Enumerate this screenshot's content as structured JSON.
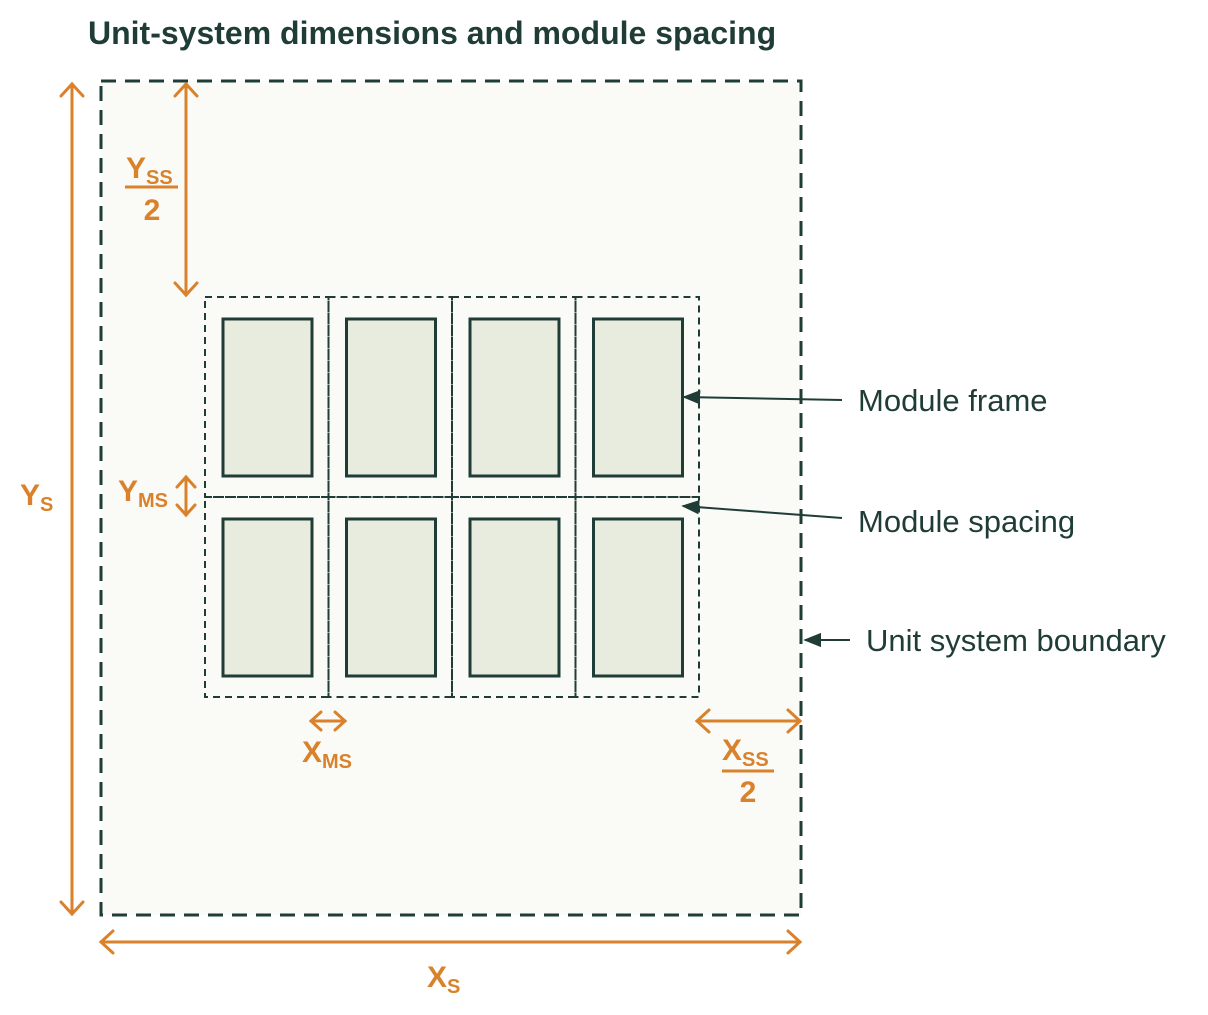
{
  "title": "Unit-system dimensions and module spacing",
  "colors": {
    "dark": "#1f3d36",
    "dimension": "#d9822b",
    "boundary_fill": "#fafaf7",
    "module_fill": "#e8ecdf"
  },
  "grid": {
    "rows": 2,
    "columns": 4
  },
  "callouts": {
    "module_frame": "Module frame",
    "module_spacing": "Module spacing",
    "unit_system_boundary": "Unit system boundary"
  },
  "dimensions": {
    "ys": {
      "main": "Y",
      "sub": "S"
    },
    "xs": {
      "main": "X",
      "sub": "S"
    },
    "yss": {
      "main": "Y",
      "sub": "SS",
      "denominator": "2"
    },
    "xss": {
      "main": "X",
      "sub": "SS",
      "denominator": "2"
    },
    "yms": {
      "main": "Y",
      "sub": "MS"
    },
    "xms": {
      "main": "X",
      "sub": "MS"
    }
  }
}
